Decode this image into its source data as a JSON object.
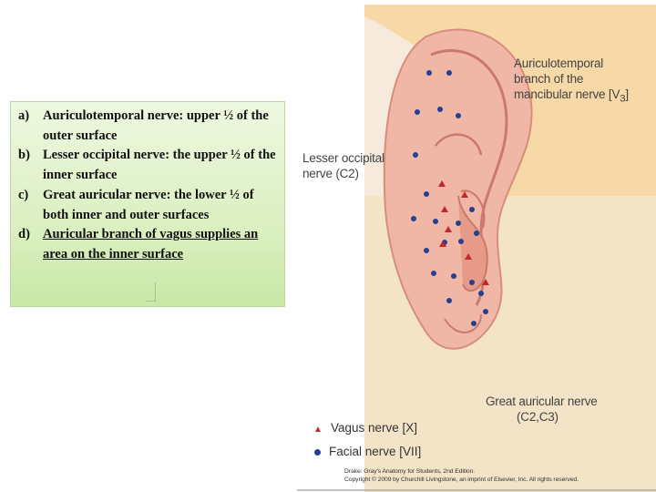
{
  "text_box": {
    "items": [
      {
        "marker": "a)",
        "text": "Auriculotemporal nerve: upper ½ of the outer surface"
      },
      {
        "marker": "b)",
        "text": "Lesser occipital nerve: the upper ½ of the inner surface"
      },
      {
        "marker": "c)",
        "text": "Great auricular nerve: the lower ½ of both inner and outer surfaces"
      },
      {
        "marker": "d)",
        "text": "Auricular branch of vagus supplies an area on the inner surface"
      }
    ]
  },
  "figure": {
    "labels": {
      "auriculotemporal": "Auriculotemporal branch of the mancibular nerve [V",
      "auriculotemporal_sub": "3",
      "auriculotemporal_end": "]",
      "lesser_occipital_line1": "Lesser occipital",
      "lesser_occipital_line2": "nerve (C2)",
      "great_auricular_line1": "Great auricular nerve",
      "great_auricular_line2": "(C2,C3)"
    },
    "legend": {
      "vagus": "Vagus nerve [X]",
      "facial": "Facial nerve [VII]"
    },
    "credit_line1": "Drake: Gray's Anatomy for Students, 2nd Edition.",
    "credit_line2": "Copyright © 2009 by Churchill Livingstone, an imprint of Elsevier, Inc. All rights reserved."
  },
  "colors": {
    "vagus_marker": "#c1272d",
    "facial_marker": "#25408f",
    "auriculotemporal_region": "#f6d9a6",
    "great_auricular_region": "#f3e4c8",
    "ear_skin": "#f0b7a7",
    "textbox_fill": "#dbf0c2"
  }
}
